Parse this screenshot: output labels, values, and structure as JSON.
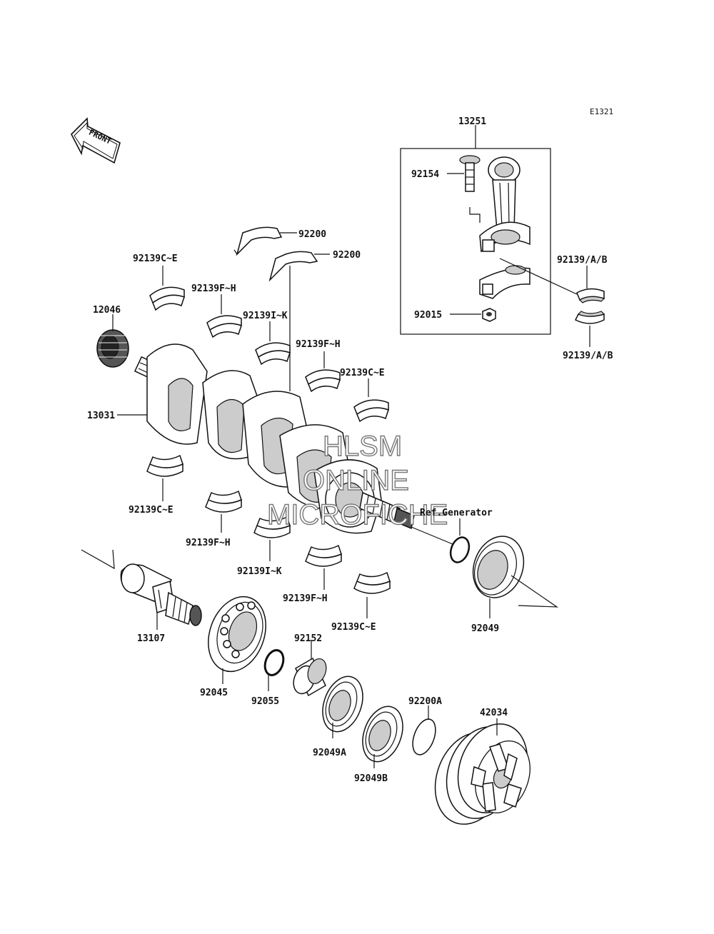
{
  "diagram_code": "E1321",
  "front_label": "FRONT",
  "watermark": [
    "HLSM",
    "ONLINE",
    "MICROFICHE"
  ],
  "reference_label": "Ref.Generator",
  "part_labels": {
    "p13251": "13251",
    "p92154": "92154",
    "p92139ab_top": "92139/A/B",
    "p92139ab_bot": "92139/A/B",
    "p92015": "92015",
    "p92200_a": "92200",
    "p92200_b": "92200",
    "p92139ce_1": "92139C~E",
    "p92139fh_1": "92139F~H",
    "p92139ik_1": "92139I~K",
    "p92139fh_2": "92139F~H",
    "p92139ce_2": "92139C~E",
    "p12046": "12046",
    "p13031": "13031",
    "p92139ce_3": "92139C~E",
    "p92139fh_3": "92139F~H",
    "p92139ik_2": "92139I~K",
    "p92139fh_4": "92139F~H",
    "p92139ce_4": "92139C~E",
    "p92049": "92049",
    "p13107": "13107",
    "p92045": "92045",
    "p92055": "92055",
    "p92152": "92152",
    "p92049a": "92049A",
    "p92049b": "92049B",
    "p92200a": "92200A",
    "p42034": "42034"
  }
}
